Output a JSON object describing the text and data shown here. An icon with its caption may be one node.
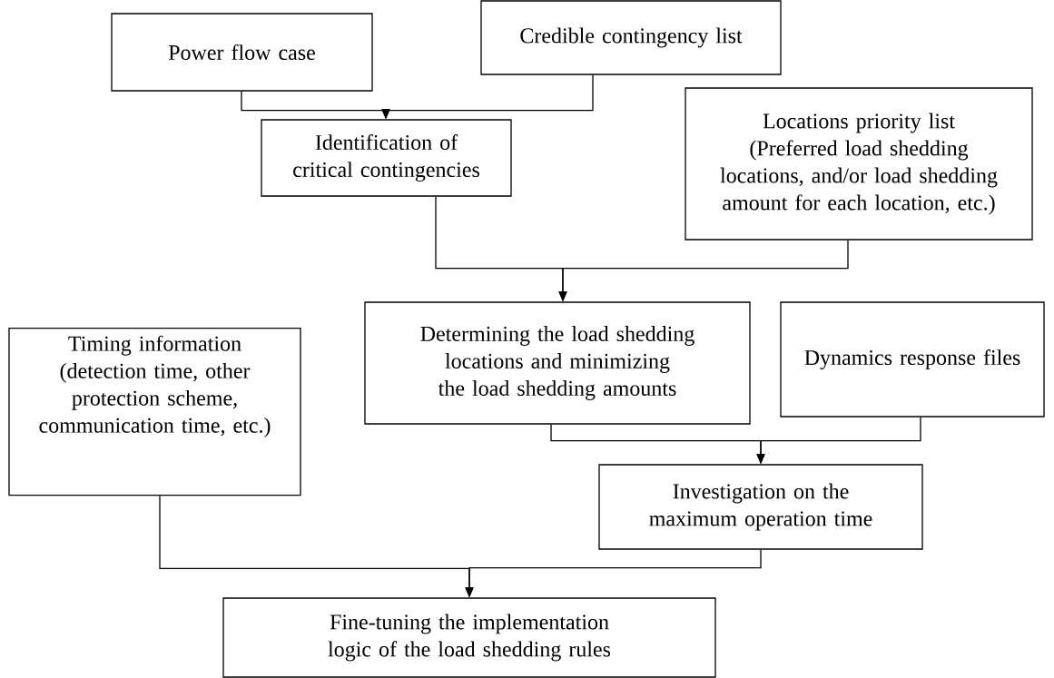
{
  "diagram": {
    "nodes": [
      {
        "text": [
          "Power flow case"
        ]
      },
      {
        "text": [
          "Credible contingency list"
        ]
      },
      {
        "text": [
          "Identification of critical contingencies"
        ]
      },
      {
        "text": [
          "Locations priority list",
          "(Preferred load shedding locations, and/or load shedding amount for each location, etc.)"
        ]
      },
      {
        "text": [
          "Determining the load shedding locations and minimizing the load shedding amounts"
        ]
      },
      {
        "text": [
          "Timing information",
          "(detection time, other protection scheme, communication time, etc.)"
        ]
      },
      {
        "text": [
          "Dynamics response files"
        ]
      },
      {
        "text": [
          "Investigation on the maximum operation time"
        ]
      },
      {
        "text": [
          "Fine-tuning the implementation logic of the load shedding rules"
        ]
      }
    ],
    "edges": [
      {
        "from": 0,
        "to": 2,
        "arrow": "to"
      },
      {
        "from": 1,
        "to": 2,
        "arrow": "to"
      },
      {
        "from": 2,
        "to": 4,
        "arrow": "to"
      },
      {
        "from": 3,
        "to": 4,
        "arrow": "to"
      },
      {
        "from": 4,
        "to": 7,
        "arrow": "to"
      },
      {
        "from": 6,
        "to": 7,
        "arrow": "to"
      },
      {
        "from": 5,
        "to": 8,
        "arrow": "to"
      },
      {
        "from": 7,
        "to": 8,
        "arrow": "to"
      }
    ]
  }
}
